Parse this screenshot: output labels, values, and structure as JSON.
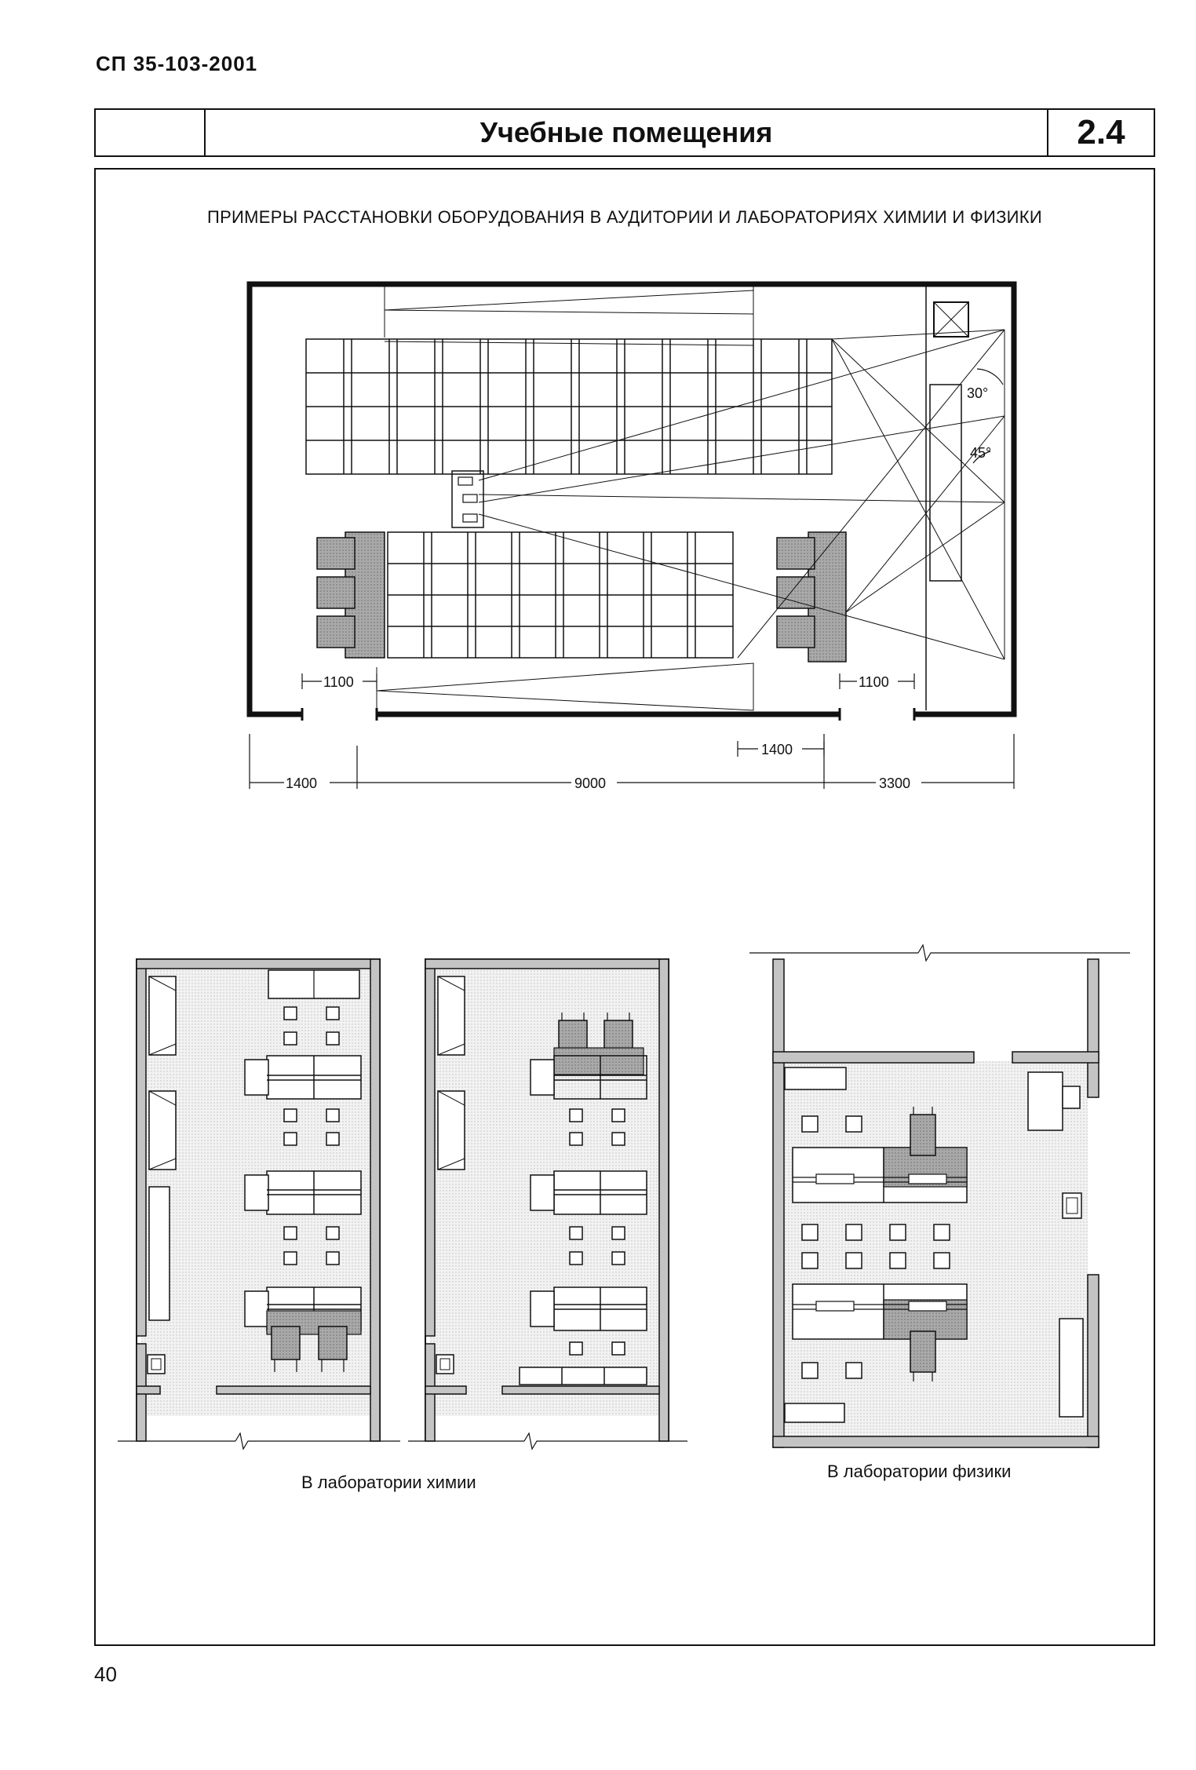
{
  "header": {
    "doc_code": "СП 35-103-2001",
    "section_title": "Учебные помещения",
    "section_number": "2.4"
  },
  "figure": {
    "heading": "ПРИМЕРЫ РАССТАНОВКИ ОБОРУДОВАНИЯ В АУДИТОРИИ И ЛАБОРАТОРИЯХ ХИМИИ И ФИЗИКИ",
    "auditorium": {
      "angle_labels": [
        "30°",
        "45°"
      ],
      "door_width_left": "1100",
      "door_width_right": "1100",
      "aisle_width": "1400",
      "dim_left": "1400",
      "dim_middle": "9000",
      "dim_right": "3300"
    },
    "captions": {
      "chemistry": "В лаборатории химии",
      "physics": "В лаборатории физики"
    }
  },
  "footer": {
    "page_number": "40"
  },
  "colors": {
    "ink": "#111111",
    "wall_fill": "#b8b8b8",
    "room_dots": "#e6e6e6",
    "seat_shade": "#8c8c8c"
  }
}
